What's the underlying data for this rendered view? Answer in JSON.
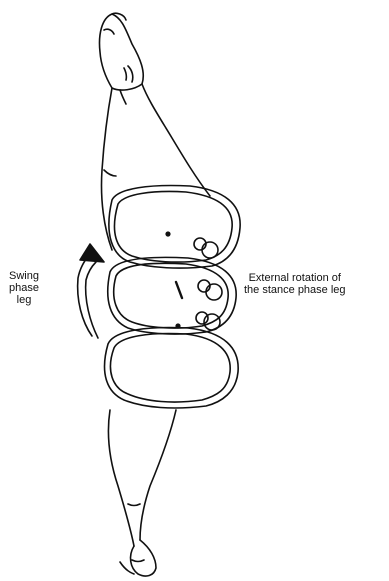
{
  "labels": {
    "swing_phase_leg": [
      "Swing",
      "phase",
      "leg"
    ],
    "external_rotation": [
      "External rotation of",
      "the stance phase leg"
    ]
  },
  "icons": {
    "rotation_arrow": "curved-up-arrow-icon",
    "pelvis_outlines": "pelvis-outline-icon"
  },
  "colors": {
    "ink": "#111111",
    "background": "#ffffff"
  }
}
